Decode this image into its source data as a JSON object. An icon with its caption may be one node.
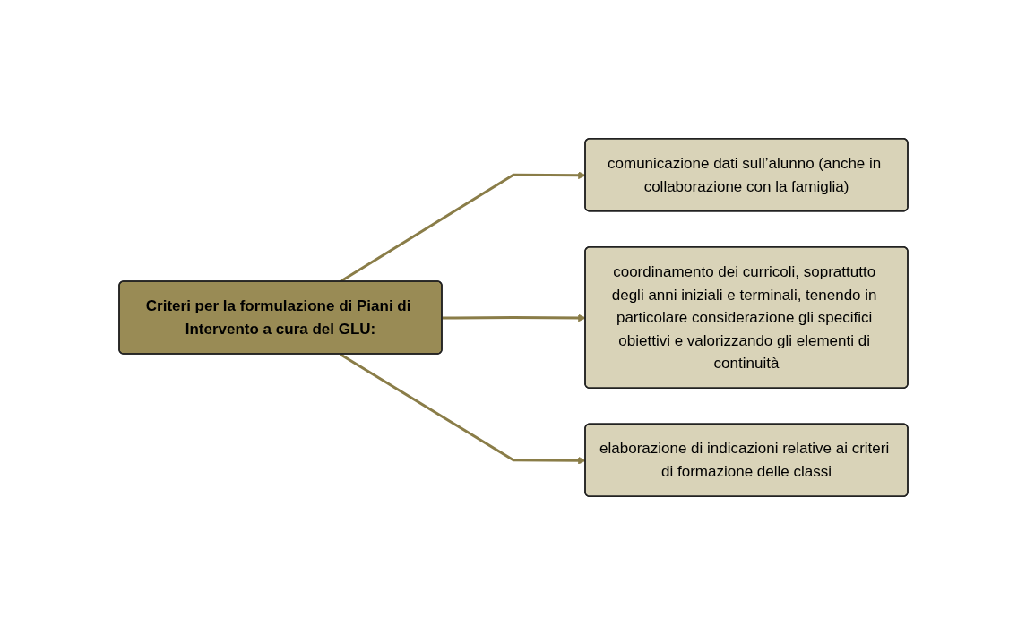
{
  "diagram": {
    "nodes": [
      {
        "text": [
          "Criteri per la formulazione di Piani di Intervento a cura del GLU:"
        ]
      },
      {
        "text": [
          "comunicazione dati sull’alunno (anche in collaborazione con la famiglia)"
        ]
      },
      {
        "text": [
          "coordinamento dei curricoli, soprattutto degli anni iniziali e terminali, tenendo in particolare considerazione gli specifici obiettivi e valorizzando gli elementi di continuità"
        ]
      },
      {
        "text": [
          "elaborazione di indicazioni relative ai criteri di formazione delle classi"
        ]
      }
    ],
    "edges": [
      {
        "from": 0,
        "to": 1,
        "arrow": "to"
      },
      {
        "from": 0,
        "to": 2,
        "arrow": "to"
      },
      {
        "from": 0,
        "to": 3,
        "arrow": "to"
      }
    ]
  }
}
